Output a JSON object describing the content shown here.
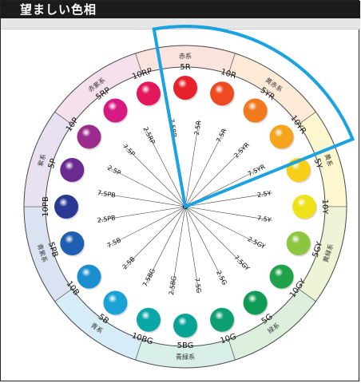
{
  "page": {
    "title": "望ましい色相"
  },
  "wheel": {
    "groups": [
      {
        "label": "赤系",
        "color": "#fbe3de"
      },
      {
        "label": "黄赤系",
        "color": "#fdebd8"
      },
      {
        "label": "黄系",
        "color": "#fdf7cf"
      },
      {
        "label": "黄緑系",
        "color": "#eef4d6"
      },
      {
        "label": "緑系",
        "color": "#dcefdc"
      },
      {
        "label": "青緑系",
        "color": "#d7eee9"
      },
      {
        "label": "青系",
        "color": "#d6ecf7"
      },
      {
        "label": "青紫系",
        "color": "#dbe3f2"
      },
      {
        "label": "紫系",
        "color": "#e9e1f1"
      },
      {
        "label": "赤紫系",
        "color": "#f5e0ec"
      }
    ],
    "hues": [
      {
        "label": "5R",
        "color": "#e8222c"
      },
      {
        "label": "10R",
        "color": "#ee4a22"
      },
      {
        "label": "5YR",
        "color": "#f17a1e"
      },
      {
        "label": "10YR",
        "color": "#f6a41d"
      },
      {
        "label": "5Y",
        "color": "#f7cf16"
      },
      {
        "label": "10Y",
        "color": "#f0e21a"
      },
      {
        "label": "5GY",
        "color": "#8cc53f"
      },
      {
        "label": "10GY",
        "color": "#1fa24a"
      },
      {
        "label": "5G",
        "color": "#0f9b55"
      },
      {
        "label": "10G",
        "color": "#0ea073"
      },
      {
        "label": "5BG",
        "color": "#07a394"
      },
      {
        "label": "10BG",
        "color": "#0aa6a8"
      },
      {
        "label": "5B",
        "color": "#1ba2d4"
      },
      {
        "label": "10B",
        "color": "#1a8fd0"
      },
      {
        "label": "5PB",
        "color": "#1f5fb2"
      },
      {
        "label": "10PB",
        "color": "#2b3893"
      },
      {
        "label": "5P",
        "color": "#6a2a90"
      },
      {
        "label": "10P",
        "color": "#9b2c8e"
      },
      {
        "label": "5RP",
        "color": "#d51a82"
      },
      {
        "label": "10RP",
        "color": "#e2185b"
      }
    ],
    "spokes": [
      "2.5R",
      "7.5R",
      "2.5YR",
      "7.5YR",
      "2.5Y",
      "7.5Y",
      "2.5GY",
      "7.5GY",
      "2.5G",
      "7.5G",
      "2.5BG",
      "7.5BG",
      "2.5B",
      "7.5B",
      "2.5PB",
      "7.5PB",
      "2.5P",
      "7.5P",
      "2.5RP",
      "7.5RP"
    ],
    "colors": {
      "ring_fill": "#ffffff",
      "ring_stroke": "#4d4d4d",
      "spoke_stroke": "#333333",
      "highlight": "#1aa3e0"
    }
  }
}
